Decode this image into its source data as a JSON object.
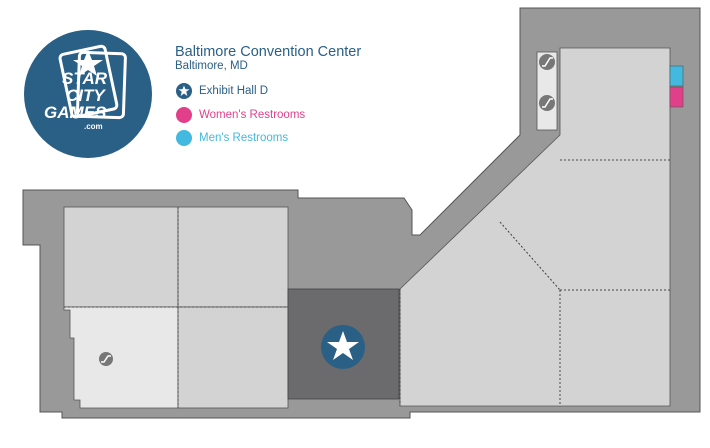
{
  "venue": {
    "name": "Baltimore Convention Center",
    "location": "Baltimore, MD"
  },
  "logo": {
    "text_line1": "STAR",
    "text_line2": "CITY",
    "text_line3": "GAMES",
    "text_line4": ".com",
    "color": "#2a5f86"
  },
  "legend": [
    {
      "label": "Exhibit Hall D",
      "color": "#2a5f86",
      "icon": "star-icon"
    },
    {
      "label": "Women's Restrooms",
      "color": "#e23f8b",
      "icon": "dot"
    },
    {
      "label": "Men's Restrooms",
      "color": "#43b9df",
      "icon": "dot"
    }
  ],
  "map": {
    "highlighted_hall": "Exhibit Hall D",
    "colors": {
      "outer": "#999999",
      "room": "#d3d3d3",
      "room_light": "#e8e8e8",
      "highlight": "#6b6b6e",
      "outline": "#444444"
    },
    "icons": [
      "escalator-icon",
      "escalator-icon",
      "escalator-icon"
    ]
  }
}
